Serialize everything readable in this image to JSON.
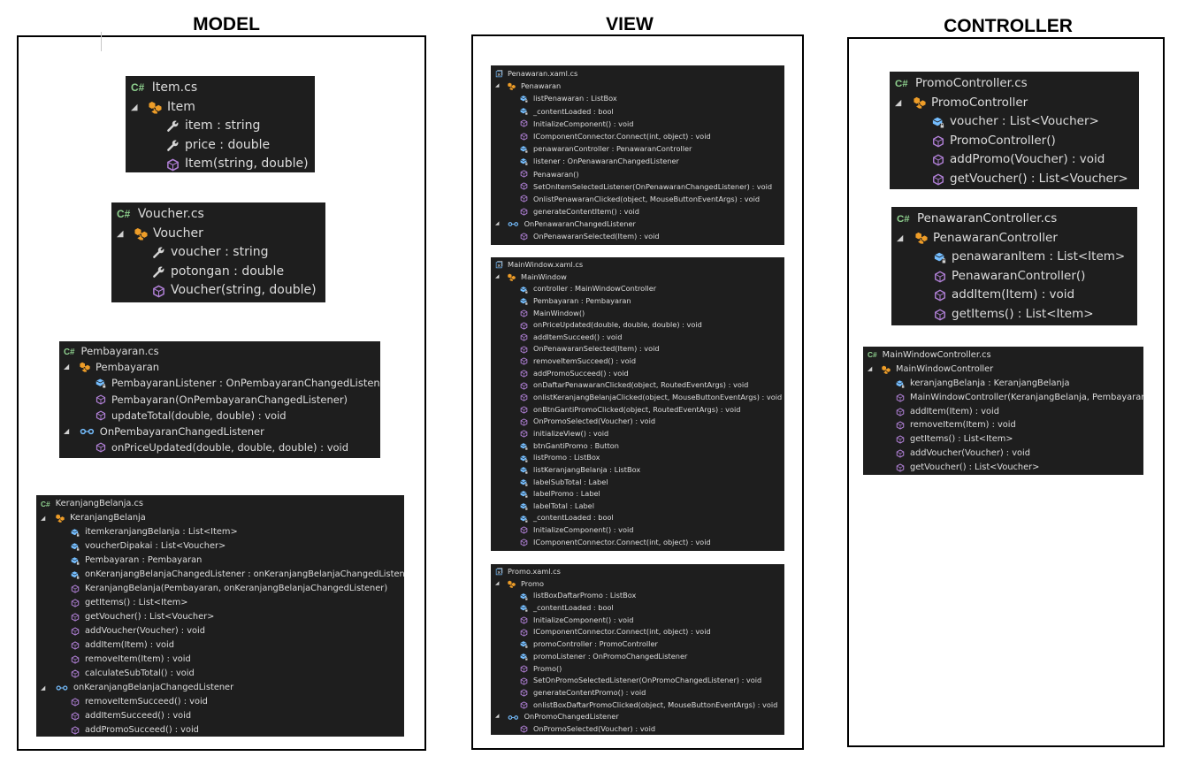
{
  "titles": {
    "model": "MODEL",
    "view": "VIEW",
    "controller": "CONTROLLER"
  },
  "panels": [
    {
      "id": "item",
      "file": "Item.cs",
      "items": [
        {
          "icon": "class",
          "text": "Item",
          "indent": 1,
          "arrow": true
        },
        {
          "icon": "wrench",
          "text": "item : string",
          "indent": 2
        },
        {
          "icon": "wrench",
          "text": "price : double",
          "indent": 2
        },
        {
          "icon": "method",
          "text": "Item(string, double)",
          "indent": 2
        }
      ]
    },
    {
      "id": "voucher",
      "file": "Voucher.cs",
      "items": [
        {
          "icon": "class",
          "text": "Voucher",
          "indent": 1,
          "arrow": true
        },
        {
          "icon": "wrench",
          "text": "voucher : string",
          "indent": 2
        },
        {
          "icon": "wrench",
          "text": "potongan : double",
          "indent": 2
        },
        {
          "icon": "method",
          "text": "Voucher(string, double)",
          "indent": 2
        }
      ]
    },
    {
      "id": "pembayaran",
      "file": "Pembayaran.cs",
      "items": [
        {
          "icon": "class",
          "text": "Pembayaran",
          "indent": 1,
          "arrow": true
        },
        {
          "icon": "field",
          "text": "PembayaranListener : OnPembayaranChangedListener",
          "indent": 2
        },
        {
          "icon": "method",
          "text": "Pembayaran(OnPembayaranChangedListener)",
          "indent": 2
        },
        {
          "icon": "method",
          "text": "updateTotal(double, double) : void",
          "indent": 2
        },
        {
          "icon": "interface",
          "text": "OnPembayaranChangedListener",
          "indent": 1,
          "arrow": true
        },
        {
          "icon": "method",
          "text": "onPriceUpdated(double, double, double) : void",
          "indent": 2
        }
      ]
    },
    {
      "id": "keranjang",
      "file": "KeranjangBelanja.cs",
      "items": [
        {
          "icon": "class",
          "text": "KeranjangBelanja",
          "indent": 1,
          "arrow": true
        },
        {
          "icon": "field",
          "text": "itemkeranjangBelanja : List<Item>",
          "indent": 2
        },
        {
          "icon": "field",
          "text": "voucherDipakai : List<Voucher>",
          "indent": 2
        },
        {
          "icon": "field",
          "text": "Pembayaran : Pembayaran",
          "indent": 2
        },
        {
          "icon": "field",
          "text": "onKeranjangBelanjaChangedListener : onKeranjangBelanjaChangedListener",
          "indent": 2
        },
        {
          "icon": "method",
          "text": "KeranjangBelanja(Pembayaran, onKeranjangBelanjaChangedListener)",
          "indent": 2
        },
        {
          "icon": "method",
          "text": "getItems() : List<Item>",
          "indent": 2
        },
        {
          "icon": "method",
          "text": "getVoucher() : List<Voucher>",
          "indent": 2
        },
        {
          "icon": "method",
          "text": "addVoucher(Voucher) : void",
          "indent": 2
        },
        {
          "icon": "method",
          "text": "addItem(Item) : void",
          "indent": 2
        },
        {
          "icon": "method",
          "text": "removeItem(Item) : void",
          "indent": 2
        },
        {
          "icon": "method",
          "text": "calculateSubTotal() : void",
          "indent": 2
        },
        {
          "icon": "interface",
          "text": "onKeranjangBelanjaChangedListener",
          "indent": 1,
          "arrow": true
        },
        {
          "icon": "method",
          "text": "removeItemSucceed() : void",
          "indent": 2
        },
        {
          "icon": "method",
          "text": "addItemSucceed() : void",
          "indent": 2
        },
        {
          "icon": "method",
          "text": "addPromoSucceed() : void",
          "indent": 2
        }
      ]
    },
    {
      "id": "penawaranxaml",
      "file": "Penawaran.xaml.cs",
      "items": [
        {
          "icon": "class",
          "text": "Penawaran",
          "indent": 1,
          "arrow": true
        },
        {
          "icon": "field",
          "text": "listPenawaran : ListBox",
          "indent": 2
        },
        {
          "icon": "field",
          "text": "_contentLoaded : bool",
          "indent": 2
        },
        {
          "icon": "method",
          "text": "InitializeComponent() : void",
          "indent": 2
        },
        {
          "icon": "method",
          "text": "IComponentConnector.Connect(int, object) : void",
          "indent": 2
        },
        {
          "icon": "field",
          "text": "penawaranController : PenawaranController",
          "indent": 2
        },
        {
          "icon": "field",
          "text": "listener : OnPenawaranChangedListener",
          "indent": 2
        },
        {
          "icon": "method",
          "text": "Penawaran()",
          "indent": 2
        },
        {
          "icon": "method",
          "text": "SetOnItemSelectedListener(OnPenawaranChangedListener) : void",
          "indent": 2
        },
        {
          "icon": "method",
          "text": "OnlistPenawaranClicked(object, MouseButtonEventArgs) : void",
          "indent": 2
        },
        {
          "icon": "method",
          "text": "generateContentItem() : void",
          "indent": 2
        },
        {
          "icon": "interface",
          "text": "OnPenawaranChangedListener",
          "indent": 1,
          "arrow": true
        },
        {
          "icon": "method",
          "text": "OnPenawaranSelected(Item) : void",
          "indent": 2
        }
      ]
    },
    {
      "id": "mainwindowxaml",
      "file": "MainWindow.xaml.cs",
      "items": [
        {
          "icon": "class",
          "text": "MainWindow",
          "indent": 1,
          "arrow": true
        },
        {
          "icon": "field",
          "text": "controller : MainWindowController",
          "indent": 2
        },
        {
          "icon": "field",
          "text": "Pembayaran : Pembayaran",
          "indent": 2
        },
        {
          "icon": "method",
          "text": "MainWindow()",
          "indent": 2
        },
        {
          "icon": "method",
          "text": "onPriceUpdated(double, double, double) : void",
          "indent": 2
        },
        {
          "icon": "method",
          "text": "addItemSucceed() : void",
          "indent": 2
        },
        {
          "icon": "method",
          "text": "OnPenawaranSelected(Item) : void",
          "indent": 2
        },
        {
          "icon": "method",
          "text": "removeItemSucceed() : void",
          "indent": 2
        },
        {
          "icon": "method",
          "text": "addPromoSucceed() : void",
          "indent": 2
        },
        {
          "icon": "method",
          "text": "onDaftarPenawaranClicked(object, RoutedEventArgs) : void",
          "indent": 2
        },
        {
          "icon": "method",
          "text": "onlistKeranjangBelanjaClicked(object, MouseButtonEventArgs) : void",
          "indent": 2
        },
        {
          "icon": "method",
          "text": "onBtnGantiPromoClicked(object, RoutedEventArgs) : void",
          "indent": 2
        },
        {
          "icon": "method",
          "text": "OnPromoSelected(Voucher) : void",
          "indent": 2
        },
        {
          "icon": "method",
          "text": "initializeView() : void",
          "indent": 2
        },
        {
          "icon": "field",
          "text": "btnGantiPromo : Button",
          "indent": 2
        },
        {
          "icon": "field",
          "text": "listPromo : ListBox",
          "indent": 2
        },
        {
          "icon": "field",
          "text": "listKeranjangBelanja : ListBox",
          "indent": 2
        },
        {
          "icon": "field",
          "text": "labelSubTotal : Label",
          "indent": 2
        },
        {
          "icon": "field",
          "text": "labelPromo : Label",
          "indent": 2
        },
        {
          "icon": "field",
          "text": "labelTotal : Label",
          "indent": 2
        },
        {
          "icon": "field",
          "text": "_contentLoaded : bool",
          "indent": 2
        },
        {
          "icon": "method",
          "text": "InitializeComponent() : void",
          "indent": 2
        },
        {
          "icon": "method",
          "text": "IComponentConnector.Connect(int, object) : void",
          "indent": 2
        }
      ]
    },
    {
      "id": "promoxaml",
      "file": "Promo.xaml.cs",
      "items": [
        {
          "icon": "class",
          "text": "Promo",
          "indent": 1,
          "arrow": true
        },
        {
          "icon": "field",
          "text": "listBoxDaftarPromo : ListBox",
          "indent": 2
        },
        {
          "icon": "field",
          "text": "_contentLoaded : bool",
          "indent": 2
        },
        {
          "icon": "method",
          "text": "InitializeComponent() : void",
          "indent": 2
        },
        {
          "icon": "method",
          "text": "IComponentConnector.Connect(int, object) : void",
          "indent": 2
        },
        {
          "icon": "field",
          "text": "promoController : PromoController",
          "indent": 2
        },
        {
          "icon": "field",
          "text": "promoListener : OnPromoChangedListener",
          "indent": 2
        },
        {
          "icon": "method",
          "text": "Promo()",
          "indent": 2
        },
        {
          "icon": "method",
          "text": "SetOnPromoSelectedListener(OnPromoChangedListener) : void",
          "indent": 2
        },
        {
          "icon": "method",
          "text": "generateContentPromo() : void",
          "indent": 2
        },
        {
          "icon": "method",
          "text": "onlistBoxDaftarPromoClicked(object, MouseButtonEventArgs) : void",
          "indent": 2
        },
        {
          "icon": "interface",
          "text": "OnPromoChangedListener",
          "indent": 1,
          "arrow": true
        },
        {
          "icon": "method",
          "text": "OnPromoSelected(Voucher) : void",
          "indent": 2
        }
      ]
    },
    {
      "id": "promoctrl",
      "file": "PromoController.cs",
      "items": [
        {
          "icon": "class",
          "text": "PromoController",
          "indent": 1,
          "arrow": true
        },
        {
          "icon": "field",
          "text": "voucher : List<Voucher>",
          "indent": 2
        },
        {
          "icon": "method",
          "text": "PromoController()",
          "indent": 2
        },
        {
          "icon": "method",
          "text": "addPromo(Voucher) : void",
          "indent": 2
        },
        {
          "icon": "method",
          "text": "getVoucher() : List<Voucher>",
          "indent": 2
        }
      ]
    },
    {
      "id": "penawaranctrl",
      "file": "PenawaranController.cs",
      "items": [
        {
          "icon": "class",
          "text": "PenawaranController",
          "indent": 1,
          "arrow": true
        },
        {
          "icon": "field",
          "text": "penawaranItem : List<Item>",
          "indent": 2
        },
        {
          "icon": "method",
          "text": "PenawaranController()",
          "indent": 2
        },
        {
          "icon": "method",
          "text": "addItem(Item) : void",
          "indent": 2
        },
        {
          "icon": "method",
          "text": "getItems() : List<Item>",
          "indent": 2
        }
      ]
    },
    {
      "id": "mainctrl",
      "file": "MainWindowController.cs",
      "items": [
        {
          "icon": "class",
          "text": "MainWindowController",
          "indent": 1,
          "arrow": true
        },
        {
          "icon": "field",
          "text": "keranjangBelanja : KeranjangBelanja",
          "indent": 2
        },
        {
          "icon": "method",
          "text": "MainWindowController(KeranjangBelanja, Pembayaran)",
          "indent": 2
        },
        {
          "icon": "method",
          "text": "addItem(Item) : void",
          "indent": 2
        },
        {
          "icon": "method",
          "text": "removeItem(Item) : void",
          "indent": 2
        },
        {
          "icon": "method",
          "text": "getItems() : List<Item>",
          "indent": 2
        },
        {
          "icon": "method",
          "text": "addVoucher(Voucher) : void",
          "indent": 2
        },
        {
          "icon": "method",
          "text": "getVoucher() : List<Voucher>",
          "indent": 2
        }
      ]
    }
  ]
}
